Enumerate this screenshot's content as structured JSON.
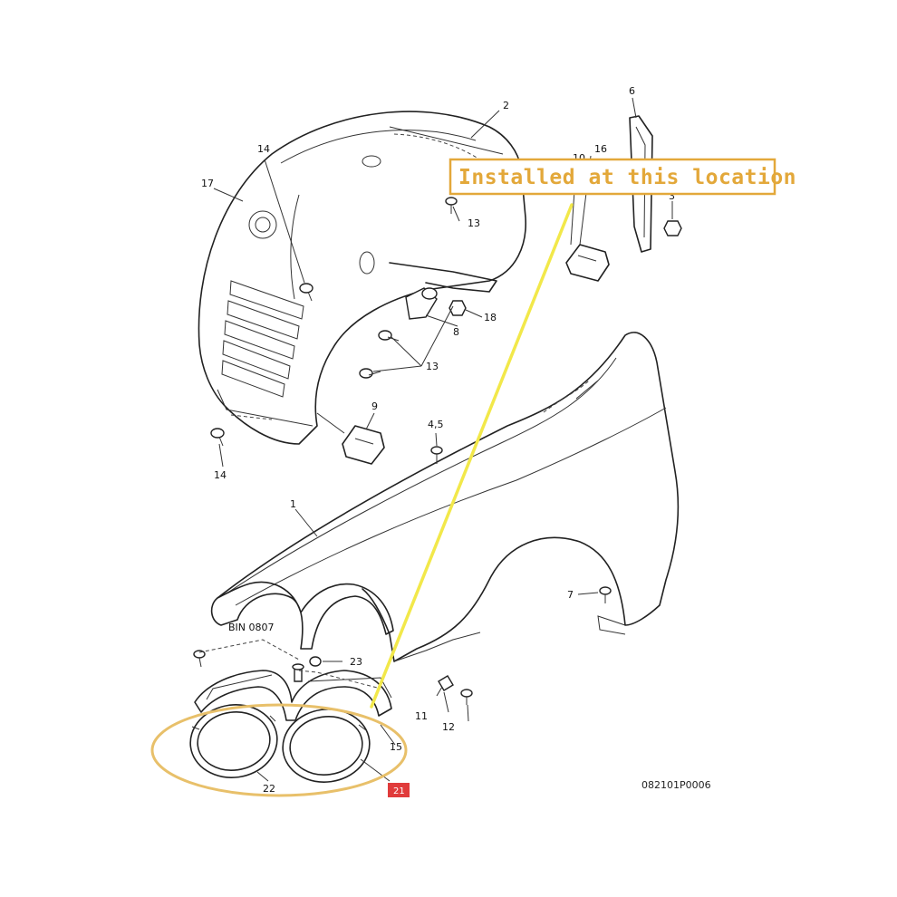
{
  "annotation": {
    "text": "Installed at this location",
    "color": "#e3a83a",
    "pointer_color": "#f2e84a",
    "ring_color": "#e8c06a"
  },
  "diagram_code": "082101P0006",
  "bin_label": "BIN 0807",
  "callouts": {
    "c1": "1",
    "c2": "2",
    "c3": "3",
    "c45": "4,5",
    "c6": "6",
    "c7": "7",
    "c8": "8",
    "c9": "9",
    "c10": "10",
    "c11": "11",
    "c12": "12",
    "c13a": "13",
    "c13b": "13",
    "c14a": "14",
    "c14b": "14",
    "c15": "15",
    "c16": "16",
    "c17": "17",
    "c18": "18",
    "c21": "21",
    "c22": "22",
    "c23": "23"
  },
  "highlight_color": "#e03b3b"
}
